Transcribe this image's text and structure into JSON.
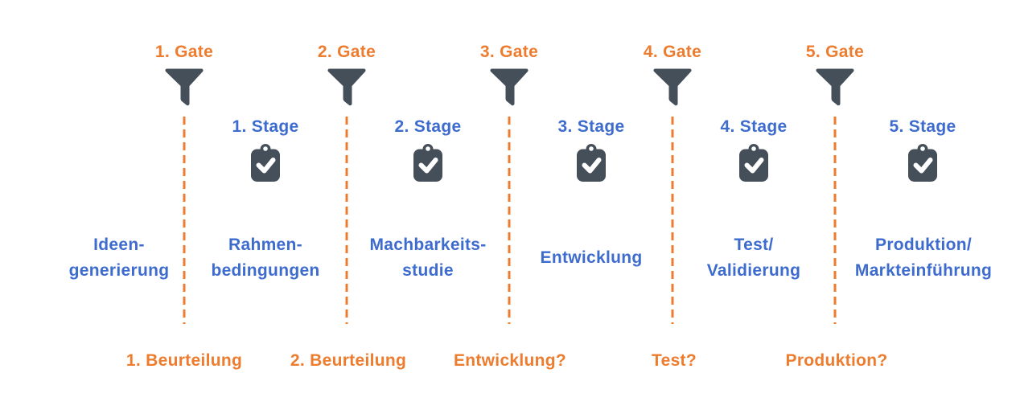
{
  "colors": {
    "orange": "#ED7C2F",
    "blue": "#3D6CCE",
    "dark": "#454F5A",
    "bg": "#FFFFFF"
  },
  "gates": [
    {
      "label": "1. Gate",
      "icon": "funnel-icon"
    },
    {
      "label": "2. Gate",
      "icon": "funnel-icon"
    },
    {
      "label": "3. Gate",
      "icon": "funnel-icon"
    },
    {
      "label": "4. Gate",
      "icon": "funnel-icon"
    },
    {
      "label": "5. Gate",
      "icon": "funnel-icon"
    }
  ],
  "stages": [
    {
      "label": "1. Stage",
      "icon": "clipboard-check-icon"
    },
    {
      "label": "2. Stage",
      "icon": "clipboard-check-icon"
    },
    {
      "label": "3. Stage",
      "icon": "clipboard-check-icon"
    },
    {
      "label": "4. Stage",
      "icon": "clipboard-check-icon"
    },
    {
      "label": "5. Stage",
      "icon": "clipboard-check-icon"
    }
  ],
  "phases": [
    {
      "line1": "Ideen-",
      "line2": "generierung"
    },
    {
      "line1": "Rahmen-",
      "line2": "bedingungen"
    },
    {
      "line1": "Machbarkeits-",
      "line2": "studie"
    },
    {
      "line1": "Entwicklung",
      "line2": ""
    },
    {
      "line1": "Test/",
      "line2": "Validierung"
    },
    {
      "line1": "Produktion/",
      "line2": "Markteinführung"
    }
  ],
  "gate_questions": [
    {
      "label": "1. Beurteilung"
    },
    {
      "label": "2. Beurteilung"
    },
    {
      "label": "Entwicklung?"
    },
    {
      "label": "Test?"
    },
    {
      "label": "Produktion?"
    }
  ]
}
